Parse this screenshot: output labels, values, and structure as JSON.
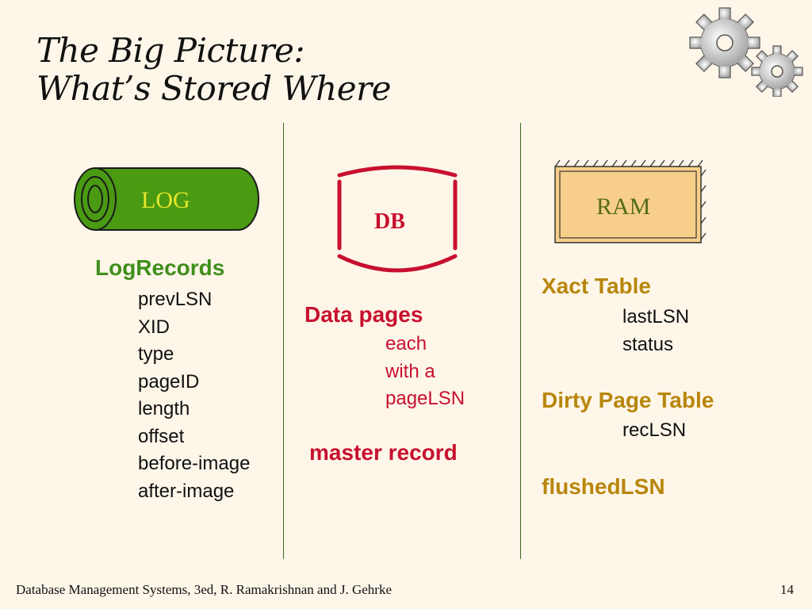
{
  "slide": {
    "title_line1": "The Big Picture:",
    "title_line2": "What’s Stored Where",
    "footer": "Database Management Systems, 3ed, R. Ramakrishnan and J. Gehrke",
    "page_number": "14"
  },
  "icons": {
    "gears": "gears-icon",
    "log": "log-cylinder-icon",
    "db": "database-cylinder-icon",
    "ram": "ram-box-icon"
  },
  "log": {
    "label": "LOG",
    "heading": "LogRecords",
    "fields": [
      "prevLSN",
      "XID",
      "type",
      "pageID",
      "length",
      "offset",
      "before-image",
      "after-image"
    ]
  },
  "db": {
    "label": "DB",
    "heading": "Data pages",
    "details": [
      "each",
      "with a",
      "pageLSN"
    ],
    "master": "master record"
  },
  "ram": {
    "label": "RAM",
    "xact_heading": "Xact Table",
    "xact_fields": [
      "lastLSN",
      "status"
    ],
    "dirty_heading": "Dirty Page Table",
    "dirty_fields": [
      "recLSN"
    ],
    "flushed": "flushedLSN"
  },
  "colors": {
    "background": "#fdf6e9",
    "log_green": "#3f8f1a",
    "db_red": "#c8102e",
    "ram_gold": "#b8860b",
    "ram_fill": "#f8cf8a"
  }
}
